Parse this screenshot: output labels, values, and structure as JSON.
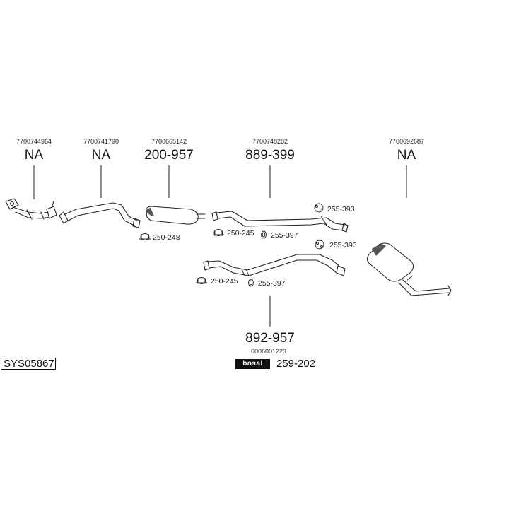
{
  "parts": [
    {
      "oem": "7700744964",
      "code": "NA"
    },
    {
      "oem": "7700741790",
      "code": "NA"
    },
    {
      "oem": "7700665142",
      "code": "200-957"
    },
    {
      "oem": "7700748282",
      "code": "889-399"
    },
    {
      "oem": "7700692687",
      "code": "NA"
    }
  ],
  "accessories": {
    "clamp_upper": "250-248",
    "clamp_mid": "250-245",
    "ring_mid": "255-397",
    "hanger_upper": "255-393",
    "hanger_lower": "255-393",
    "clamp_lower": "250-245",
    "ring_lower": "255-397"
  },
  "lower_pipe": {
    "code": "892-957"
  },
  "kit": {
    "oem": "6006001223",
    "brand": "bosal",
    "code": "259-202"
  },
  "system_code": "SYS05867"
}
